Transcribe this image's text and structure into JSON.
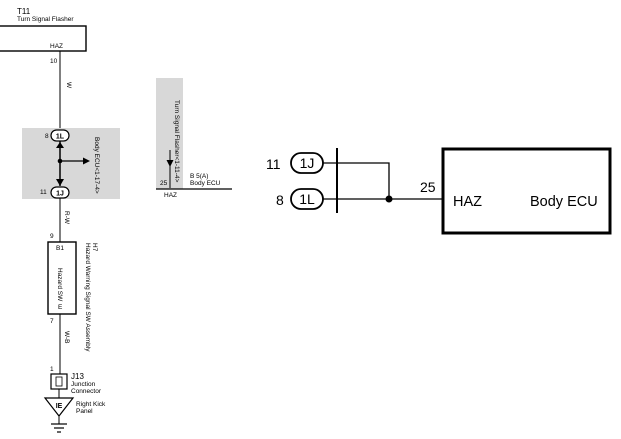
{
  "left": {
    "flasher": {
      "id": "T11",
      "name": "Turn Signal Flasher",
      "terminal": "HAZ",
      "pin": "10",
      "wire": "W"
    },
    "ecu_junction": {
      "pin_top": "8",
      "conn_top": "1L",
      "pin_bottom": "11",
      "conn_bottom": "1J",
      "ref": "Body ECU<1-17-4>"
    },
    "wire_after_ecu": "R-W",
    "hazard_switch": {
      "id": "H7",
      "name": "Hazard Warning Signal SW Assembly",
      "inner": "Hazard SW",
      "pin_top": "9",
      "term_top": "B1",
      "pin_bottom": "7",
      "term_bottom": "E"
    },
    "wire_ground": "W-B",
    "junction": {
      "pin": "1",
      "id": "J13",
      "name": "Junction Connector"
    },
    "ground": {
      "code": "IE",
      "name": "Right Kick Panel"
    }
  },
  "mid": {
    "ref": "Turn Signal Flasher<1-11-4>",
    "pin": "25",
    "connector": "B 5(A)",
    "ecu": "Body ECU",
    "terminal": "HAZ"
  },
  "right": {
    "connectors": [
      {
        "pin": "11",
        "label": "1J"
      },
      {
        "pin": "8",
        "label": "1L"
      }
    ],
    "wire_pin": "25",
    "terminal": "HAZ",
    "box_title": "Body ECU"
  }
}
